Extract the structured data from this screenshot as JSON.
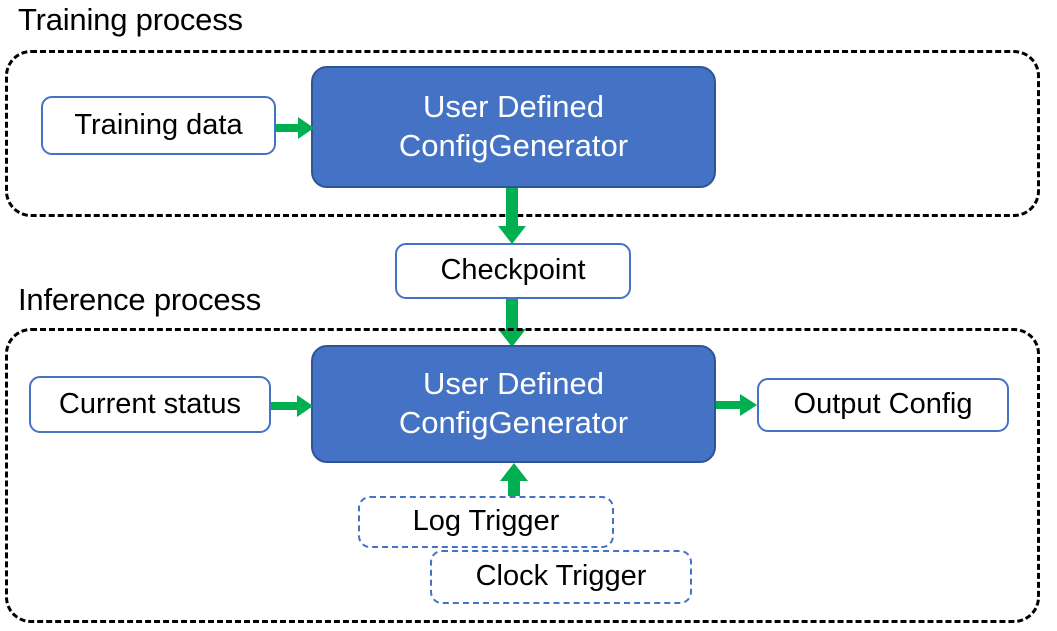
{
  "diagram": {
    "title_hidden": "",
    "colors": {
      "process_box_fill": "#4472C4",
      "process_box_border": "#2F5597",
      "node_border": "#4472C4",
      "arrow": "#00B050",
      "container_border": "#000000",
      "trigger_border": "#4472C4",
      "text_dark": "#000000",
      "text_light": "#FFFFFF"
    },
    "sections": [
      {
        "id": "training",
        "caption": "Training process"
      },
      {
        "id": "inference",
        "caption": "Inference process"
      }
    ],
    "nodes": {
      "training_data": "Training data",
      "generator_training_line1": "User Defined",
      "generator_training_line2": "ConfigGenerator",
      "checkpoint": "Checkpoint",
      "current_status": "Current status",
      "generator_inference_line1": "User Defined",
      "generator_inference_line2": "ConfigGenerator",
      "output_config": "Output Config",
      "log_trigger": "Log Trigger",
      "clock_trigger": "Clock Trigger"
    },
    "edges": [
      {
        "id": "training-data-to-generator",
        "from": "training_data",
        "to": "generator_training",
        "direction": "right"
      },
      {
        "id": "generator-to-checkpoint",
        "from": "generator_training",
        "to": "checkpoint",
        "direction": "down"
      },
      {
        "id": "checkpoint-to-generator",
        "from": "checkpoint",
        "to": "generator_inference",
        "direction": "down"
      },
      {
        "id": "current-status-to-generator",
        "from": "current_status",
        "to": "generator_inference",
        "direction": "right"
      },
      {
        "id": "generator-to-output-config",
        "from": "generator_inference",
        "to": "output_config",
        "direction": "right"
      },
      {
        "id": "triggers-to-generator",
        "from": "log_trigger",
        "to": "generator_inference",
        "direction": "up"
      }
    ]
  }
}
